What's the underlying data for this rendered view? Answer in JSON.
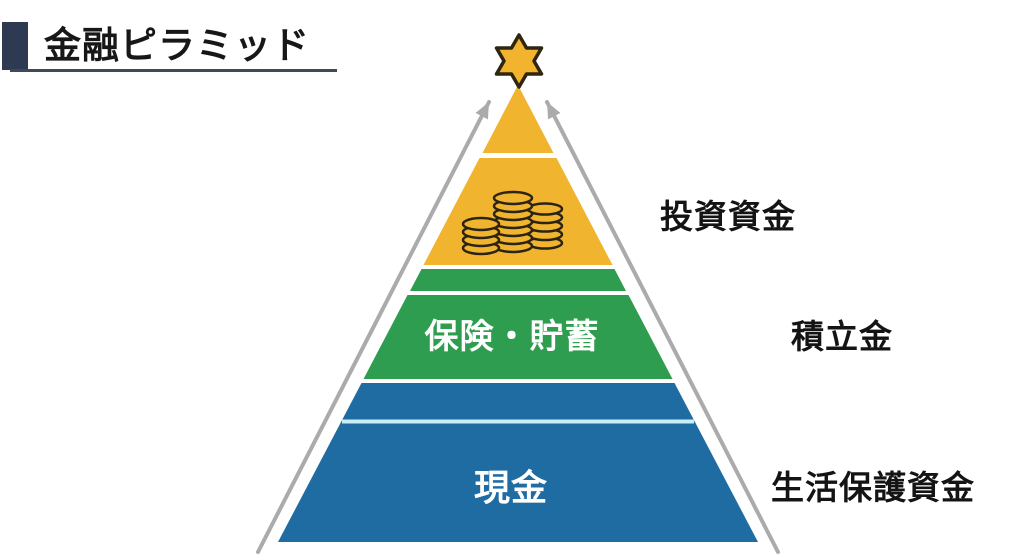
{
  "title": {
    "text": "金融ピラミッド"
  },
  "colors": {
    "accent_navy": "#2D3A52",
    "underline": "#3E4A5B",
    "tier_investment": "#F1B42F",
    "tier_savings": "#2F9D4F",
    "tier_cash": "#1F6CA3",
    "cash_divider": "#C8EFF4",
    "arrow_gray": "#ABABAB",
    "star_gold": "#F2B42E",
    "label_dark": "#141414",
    "tier_label_white": "#FFFFFF",
    "background": "#FFFFFF"
  },
  "icons": {
    "apex": "star-icon",
    "investment_tier": "coin-stack-icon",
    "sides": "up-arrow-icon"
  },
  "pyramid": {
    "tiers": [
      {
        "name": "investment",
        "color": "#F1B42F",
        "tier_label": "",
        "side_label": "投資資金"
      },
      {
        "name": "savings",
        "color": "#2F9D4F",
        "tier_label": "保険・貯蓄",
        "side_label": "積立金"
      },
      {
        "name": "cash",
        "color": "#1F6CA3",
        "tier_label": "現金",
        "side_label": "生活保護資金"
      }
    ]
  }
}
